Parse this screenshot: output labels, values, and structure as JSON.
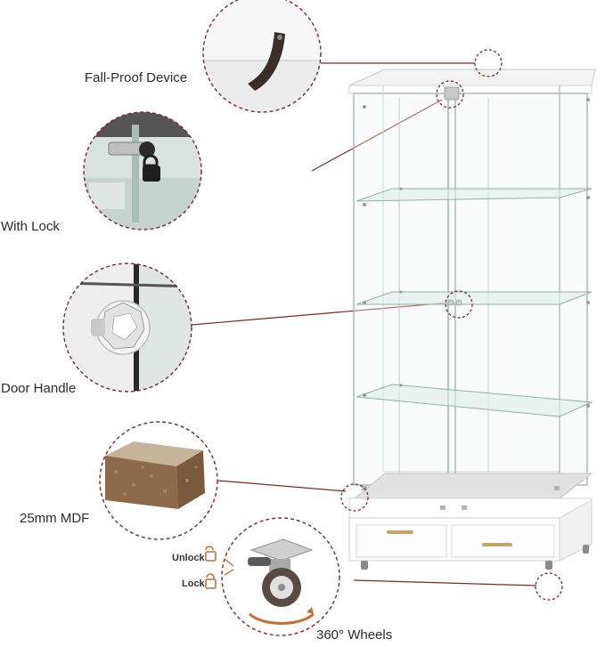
{
  "callouts": {
    "fall_proof": "Fall-Proof Device",
    "lock": "With Lock",
    "handle": "Door Handle",
    "mdf": "25mm MDF",
    "wheels": "360° Wheels"
  },
  "wheel_states": {
    "unlock": "Unlock",
    "lock": "Lock"
  },
  "colors": {
    "callout_border": "#7a2a22",
    "accent": "#c0703a"
  }
}
